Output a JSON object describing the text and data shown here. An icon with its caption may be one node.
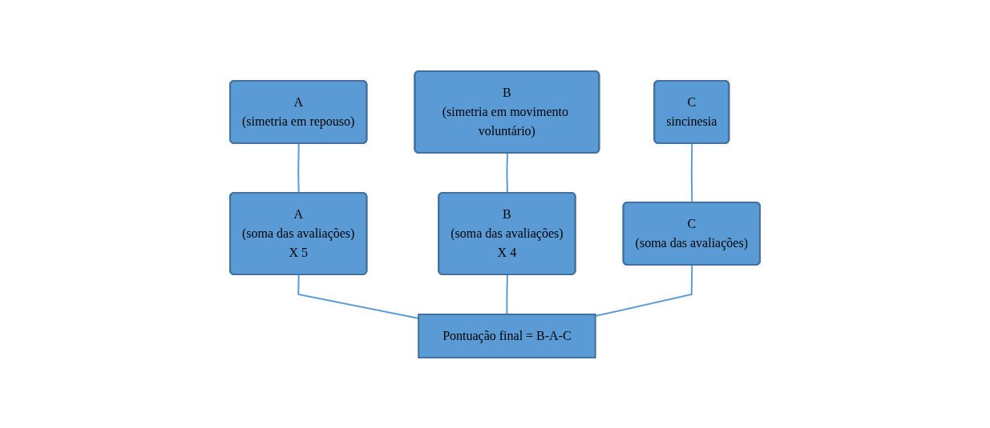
{
  "diagram": {
    "nodes": [
      {
        "text": [
          "A",
          "(simetria em repouso)"
        ]
      },
      {
        "text": [
          "B",
          "(simetria em movimento voluntário)"
        ]
      },
      {
        "text": [
          "C",
          "sincinesia"
        ]
      },
      {
        "text": [
          "A",
          "(soma das avaliações)",
          "X 5"
        ]
      },
      {
        "text": [
          "B",
          "(soma das avaliações)",
          "X 4"
        ]
      },
      {
        "text": [
          "C",
          "(soma das avaliações)"
        ]
      },
      {
        "text": [
          "Pontuação final = B-A-C"
        ]
      }
    ],
    "edges": [
      {
        "from": 0,
        "to": 3,
        "arrow": "none"
      },
      {
        "from": 1,
        "to": 4,
        "arrow": "none"
      },
      {
        "from": 2,
        "to": 5,
        "arrow": "none"
      },
      {
        "from": 3,
        "to": 6,
        "arrow": "none"
      },
      {
        "from": 4,
        "to": 6,
        "arrow": "none"
      },
      {
        "from": 5,
        "to": 6,
        "arrow": "none"
      }
    ]
  }
}
